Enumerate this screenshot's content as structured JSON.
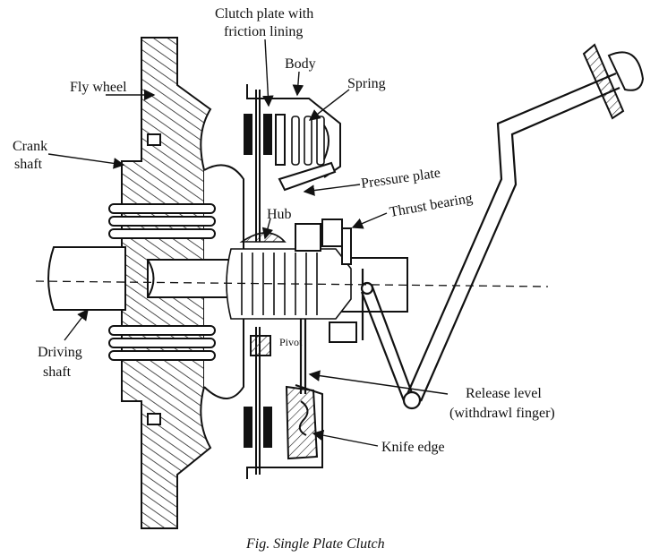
{
  "diagram": {
    "caption": "Fig. Single Plate Clutch",
    "labels": {
      "clutch_plate_line1": "Clutch plate with",
      "clutch_plate_line2": "friction lining",
      "body": "Body",
      "spring": "Spring",
      "fly_wheel": "Fly wheel",
      "crank_line1": "Crank",
      "crank_line2": "shaft",
      "pressure_plate": "Pressure plate",
      "thrust_bearing": "Thrust bearing",
      "hub": "Hub",
      "driving_line1": "Driving",
      "driving_line2": "shaft",
      "pivot": "Pivot",
      "release_line1": "Release level",
      "release_line2": "(withdrawl finger)",
      "knife_edge": "Knife edge"
    }
  }
}
